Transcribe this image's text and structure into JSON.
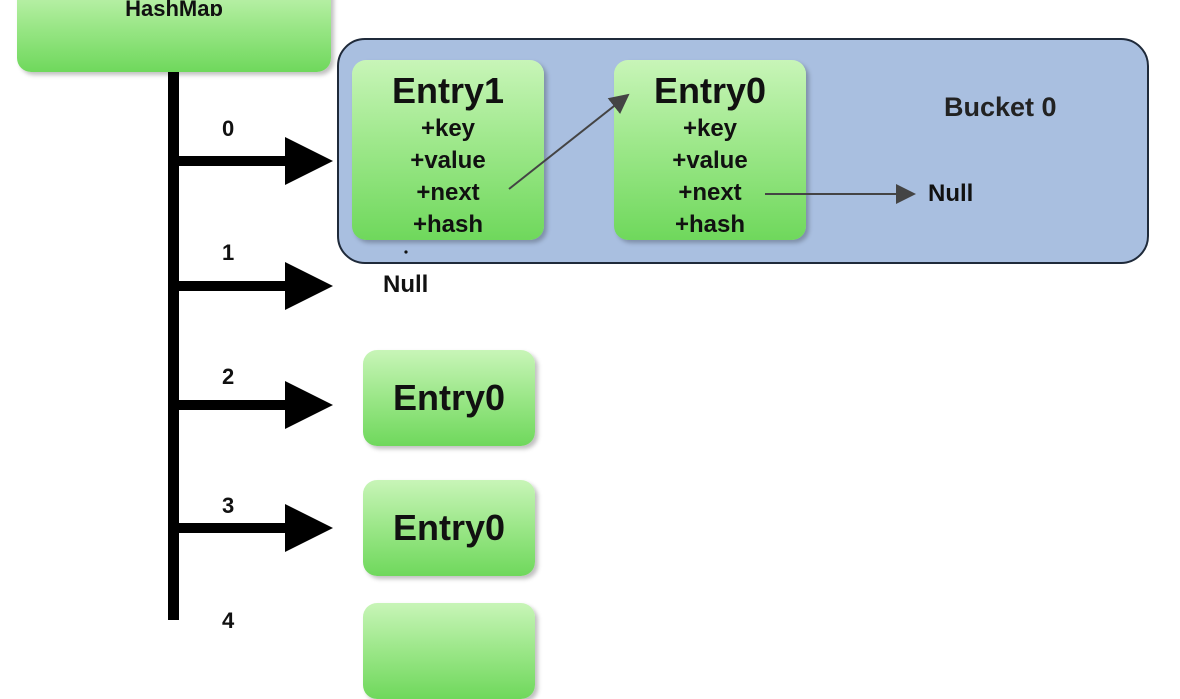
{
  "hashmap": {
    "label": "HashMap"
  },
  "indices": [
    "0",
    "1",
    "2",
    "3",
    "4"
  ],
  "bucket0": {
    "label": "Bucket 0",
    "entries": [
      {
        "title": "Entry1",
        "fields": [
          "+key",
          "+value",
          "+next",
          "+hash"
        ]
      },
      {
        "title": "Entry0",
        "fields": [
          "+key",
          "+value",
          "+next",
          "+hash"
        ]
      }
    ],
    "terminal": "Null"
  },
  "bucket1": {
    "value": "Null"
  },
  "bucket2": {
    "entry": "Entry0"
  },
  "bucket3": {
    "entry": "Entry0"
  },
  "colors": {
    "entry_fill": "#7edc6a",
    "bucket_fill": "#a9bfe0",
    "line": "#000000"
  }
}
